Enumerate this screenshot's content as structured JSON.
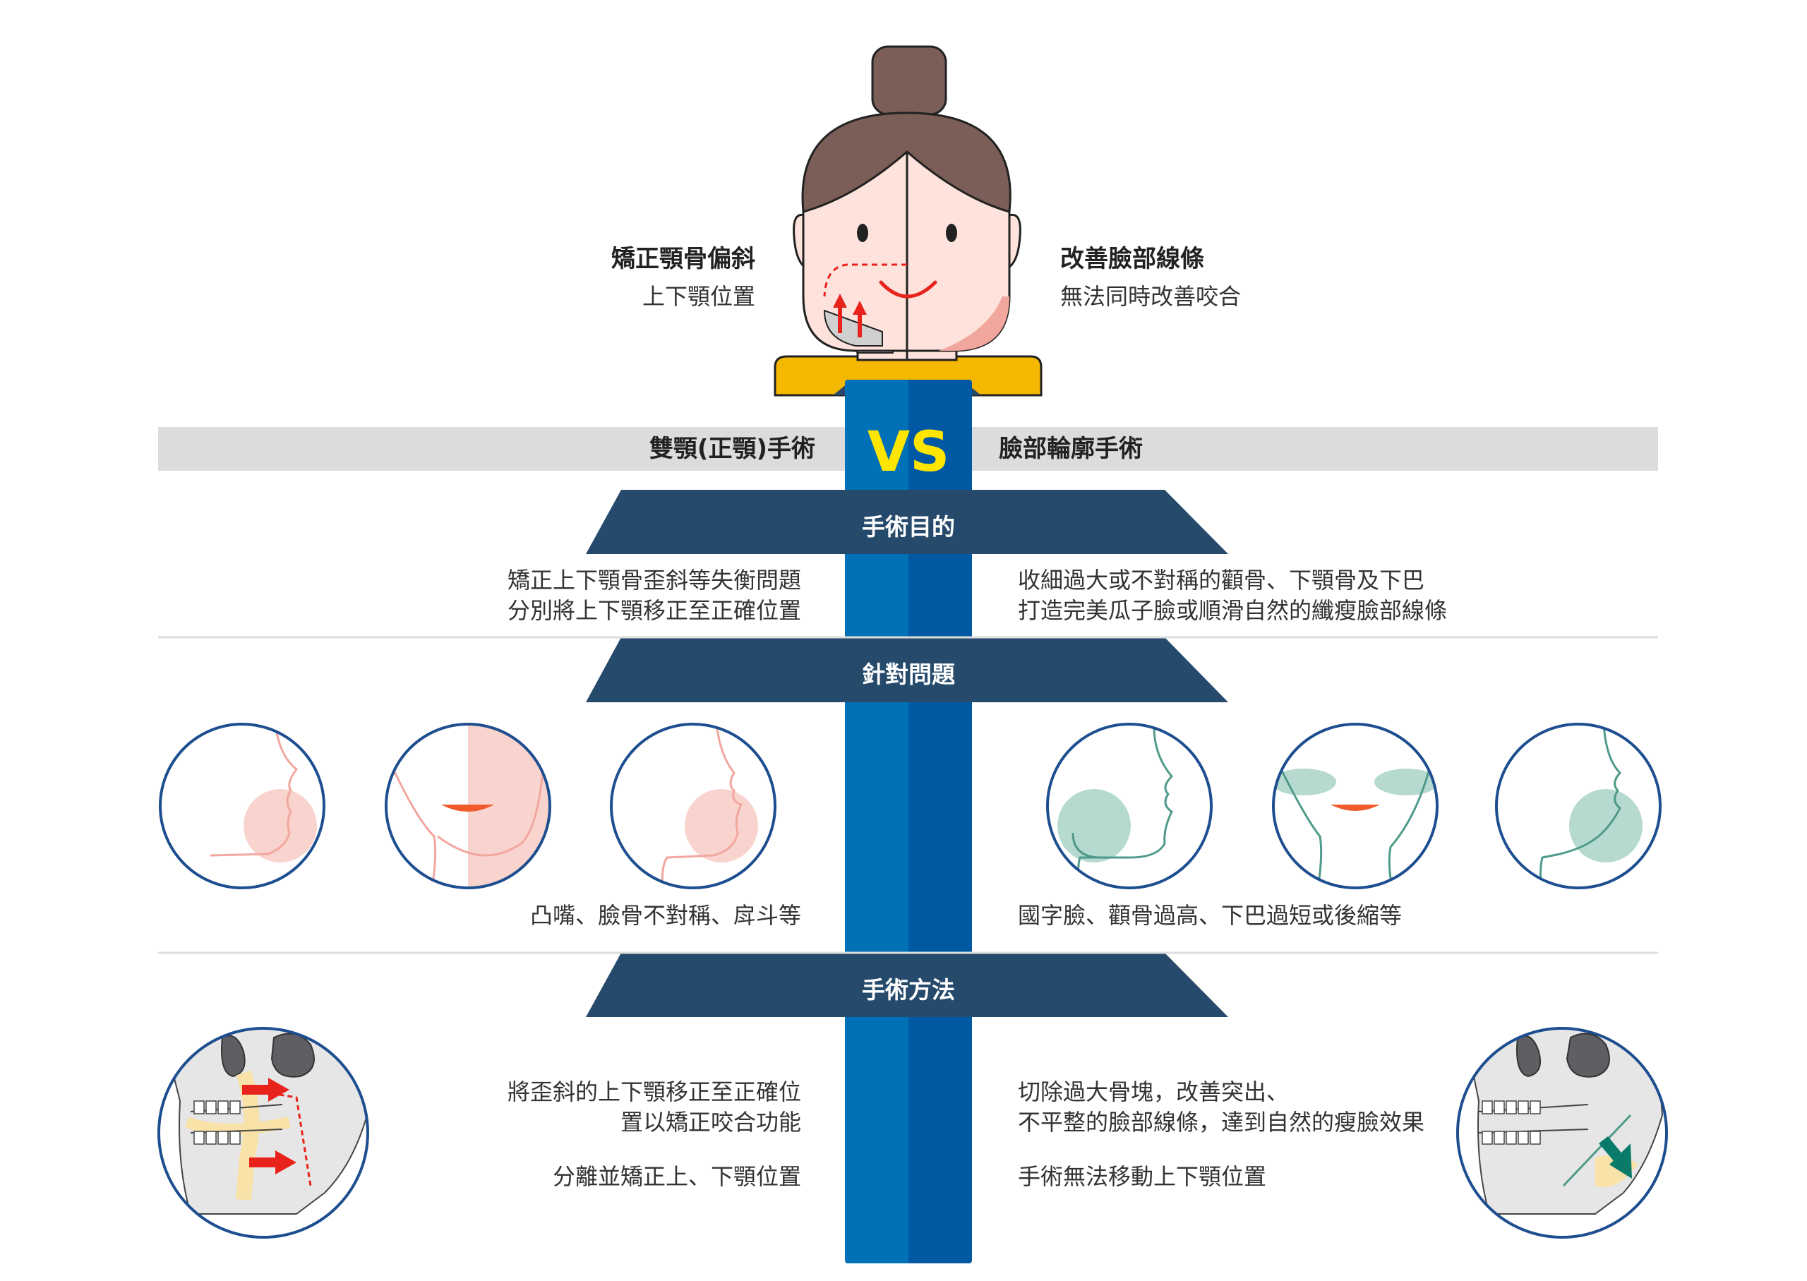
{
  "header": {
    "left_title": "矯正顎骨偏斜",
    "left_sub": "上下顎位置",
    "right_title": "改善臉部線條",
    "right_sub": "無法同時改善咬合"
  },
  "banner": {
    "left_label": "雙顎(正顎)手術",
    "vs": "VS",
    "right_label": "臉部輪廓手術"
  },
  "sections": {
    "purpose": {
      "title": "手術目的",
      "left_lines": [
        "矯正上下顎骨歪斜等失衡問題",
        "分別將上下顎移正至正確位置"
      ],
      "right_lines": [
        "收細過大或不對稱的顴骨、下顎骨及下巴",
        "打造完美瓜子臉或順滑自然的纖瘦臉部線條"
      ]
    },
    "problems": {
      "title": "針對問題",
      "left_caption": "凸嘴、臉骨不對稱、戽斗等",
      "right_caption": "國字臉、顴骨過高、下巴過短或後縮等"
    },
    "method": {
      "title": "手術方法",
      "left_lines": [
        "將歪斜的上下顎移正至正確位",
        "置以矯正咬合功能"
      ],
      "left_note": "分離並矯正上、下顎位置",
      "right_lines": [
        "切除過大骨塊，改善突出、",
        "不平整的臉部線條，達到自然的瘦臉效果"
      ],
      "right_note": "手術無法移動上下顎位置"
    }
  },
  "colors": {
    "navy": "#264a6b",
    "blue": "#0071b6",
    "blue_dark": "#0059a2",
    "yellow": "#f5b800",
    "vs_yellow": "#ffe500",
    "hair": "#7b5e57",
    "skin": "#fde3dc",
    "pink": "#f8c8c0",
    "pink_line": "#f2a79e",
    "teal": "#a9d3c8",
    "teal_line": "#4f9a8a",
    "red": "#e8231b",
    "gray_band": "#dcdcdc"
  }
}
